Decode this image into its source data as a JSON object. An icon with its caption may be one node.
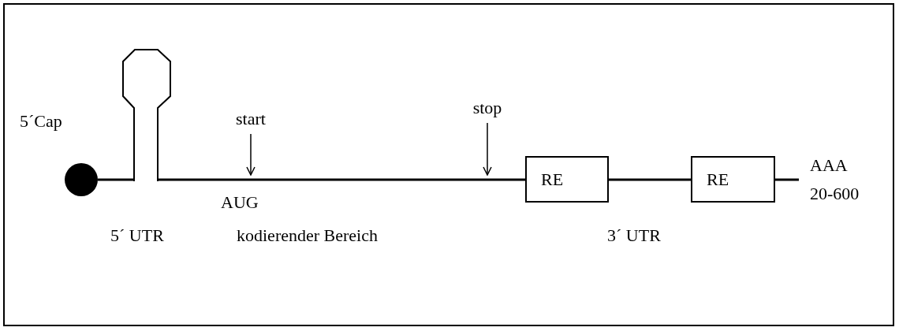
{
  "diagram": {
    "nodes": [
      {
        "text": [],
        "shape": "circle",
        "beside": [
          "5´Cap"
        ]
      },
      {
        "text": [],
        "shape": "loop"
      },
      {
        "text": [
          "RE"
        ]
      },
      {
        "text": [
          "RE"
        ]
      },
      {
        "text": [
          "AAA 20-600"
        ]
      },
      {
        "text": [
          "start"
        ]
      },
      {
        "text": [
          "stop"
        ]
      }
    ],
    "edges": [
      {
        "from": 0,
        "to": 1,
        "arrow": "none"
      },
      {
        "from": 1,
        "to": 2,
        "arrow": "none"
      },
      {
        "from": 2,
        "to": 3,
        "arrow": "none"
      },
      {
        "from": 3,
        "to": 4,
        "arrow": "none"
      },
      {
        "from": 5,
        "to": null,
        "arrow": "to"
      },
      {
        "from": 6,
        "to": null,
        "arrow": "to"
      }
    ],
    "labels": [
      "AUG",
      "5´ UTR",
      "kodierender Bereich",
      "3´ UTR"
    ]
  }
}
